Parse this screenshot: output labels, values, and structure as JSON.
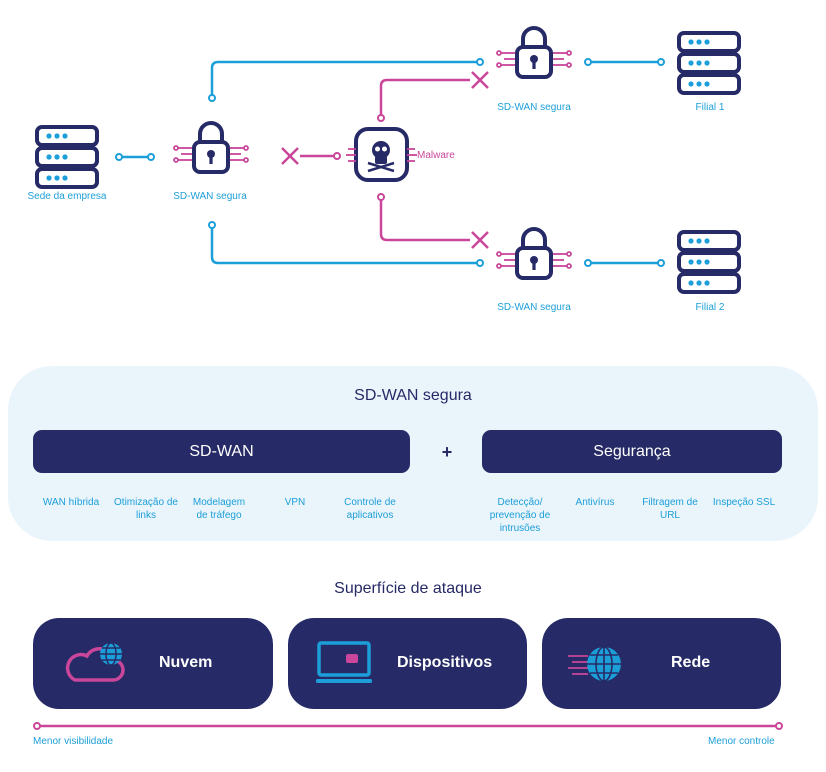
{
  "network": {
    "hq_label": "Sede da empresa",
    "hq_sdwan_label": "SD-WAN segura",
    "malware_label": "Malware",
    "top_sdwan_label": "SD-WAN segura",
    "bottom_sdwan_label": "SD-WAN segura",
    "branch1_label": "Filial 1",
    "branch2_label": "Filial 2"
  },
  "sdwan_panel": {
    "title": "SD-WAN segura",
    "sdwan_bar_label": "SD-WAN",
    "plus": "+",
    "security_bar_label": "Segurança",
    "sdwan_features": [
      "WAN híbrida",
      "Otimização de links",
      "Modelagem de tráfego",
      "VPN",
      "Controle de aplicativos"
    ],
    "security_features": [
      "Detecção/ prevenção de intrusões",
      "Antivírus",
      "Filtragem de URL",
      "Inspeção SSL"
    ]
  },
  "attack_surface": {
    "title": "Superfície de ataque",
    "cards": [
      {
        "label": "Nuvem",
        "icon": "cloud-globe-icon"
      },
      {
        "label": "Dispositivos",
        "icon": "laptop-icon"
      },
      {
        "label": "Rede",
        "icon": "network-globe-icon"
      }
    ],
    "scale_left": "Menor visibilidade",
    "scale_right": "Menor controle"
  },
  "colors": {
    "navy": "#262a66",
    "blue": "#1c9fd8",
    "pink": "#c9469a",
    "panel": "#eaf4fb"
  }
}
